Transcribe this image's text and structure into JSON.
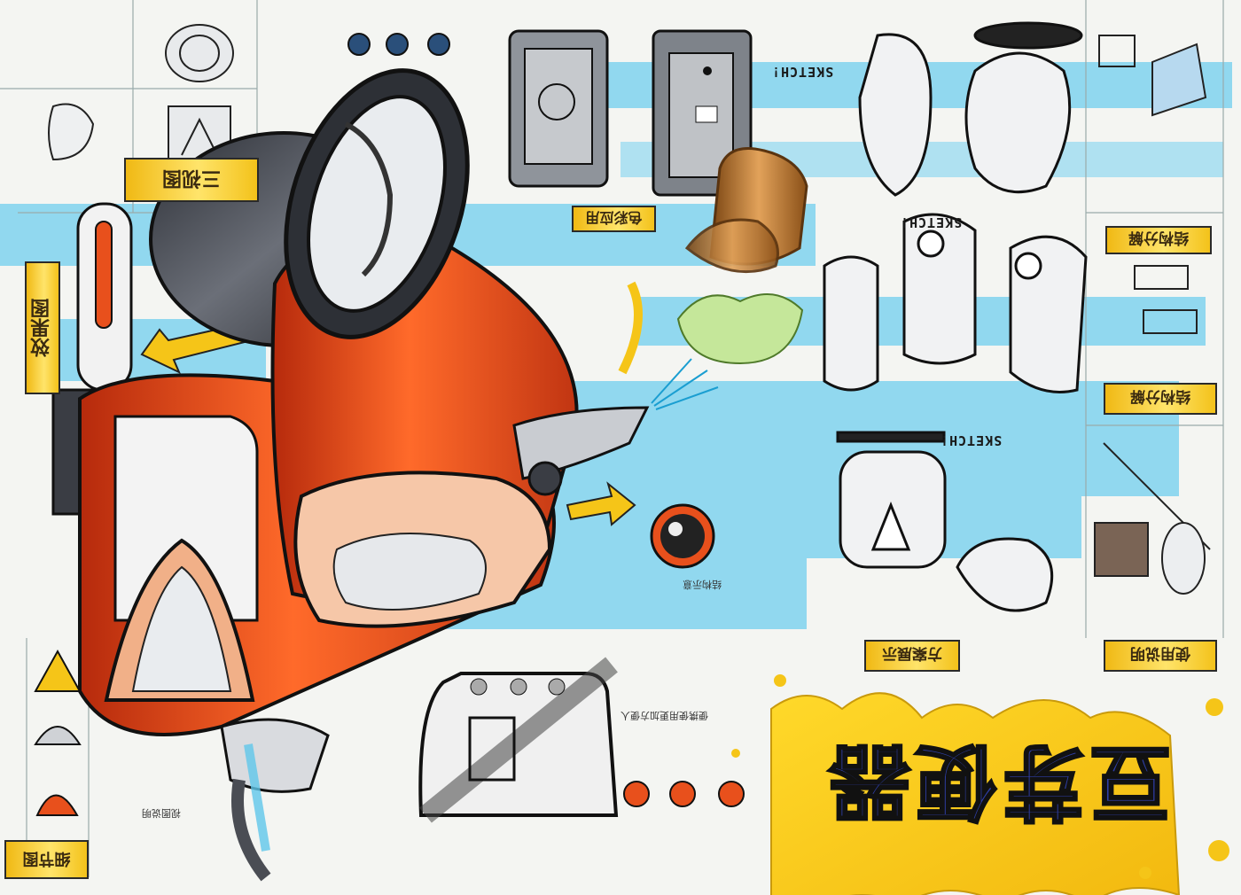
{
  "title": "豆芽便器",
  "labels": {
    "left_top": "三视图",
    "left_vertical": "效果图",
    "left_bottom": "细节图",
    "mid_top": "色彩应用",
    "right_1": "结构分解",
    "right_2": "结构分解",
    "right_3": "使用说明",
    "right_4": "方案展示"
  },
  "sketch_texts": [
    "SKETCH!",
    "SKETCH!",
    "SKETCH!"
  ],
  "notes": [
    "便携使用更加方便人",
    "结构示意",
    "视图说明"
  ],
  "colors": {
    "accent_orange": "#e8501c",
    "shell_dark": "#3a3d44",
    "water_blue": "#5fc7ea",
    "marker_yellow": "#f5c518",
    "title_blue": "#2f3fa8"
  }
}
